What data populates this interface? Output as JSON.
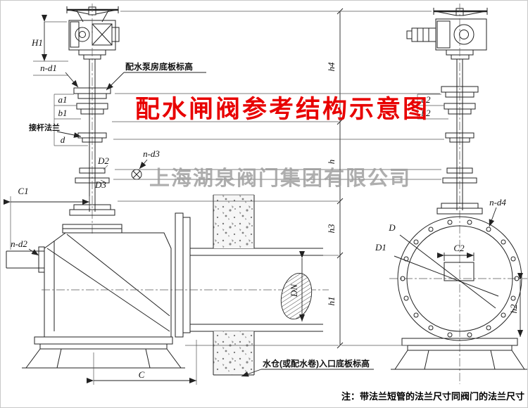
{
  "page": {
    "background": "#ffffff",
    "border_color": "#c8c8c8"
  },
  "title": {
    "text": "配水闸阀参考结构示意图",
    "color": "#e80000"
  },
  "watermark": {
    "text": "上海湖泉阀门集团有限公司",
    "color": "#9b9b9b"
  },
  "footnote": {
    "text": "注：带法兰短管的法兰尺寸同阀门的法兰尺寸"
  },
  "annotations": {
    "pump_house_floor": "配水泵房底板标高",
    "stem_extension_flange": "接杆法兰",
    "sump_inlet_floor": "水仓(或配水卷)入口底板标高"
  },
  "dimensions": {
    "H1": "H1",
    "n_d1": "n-d1",
    "a1": "a1",
    "b1": "b1",
    "d": "d",
    "D2": "D2",
    "D3": "D3",
    "n_d3": "n-d3",
    "C1": "C1",
    "n_d2": "n-d2",
    "C": "C",
    "DN": "DN",
    "h4": "h4",
    "h": "h",
    "h3": "h3",
    "h1": "h1",
    "h2": "h2",
    "a2": "a2",
    "b2": "b2",
    "n_d4": "n-d4",
    "D": "D",
    "D1": "D1",
    "C2": "C2"
  },
  "drawing": {
    "line_color": "#222222"
  }
}
